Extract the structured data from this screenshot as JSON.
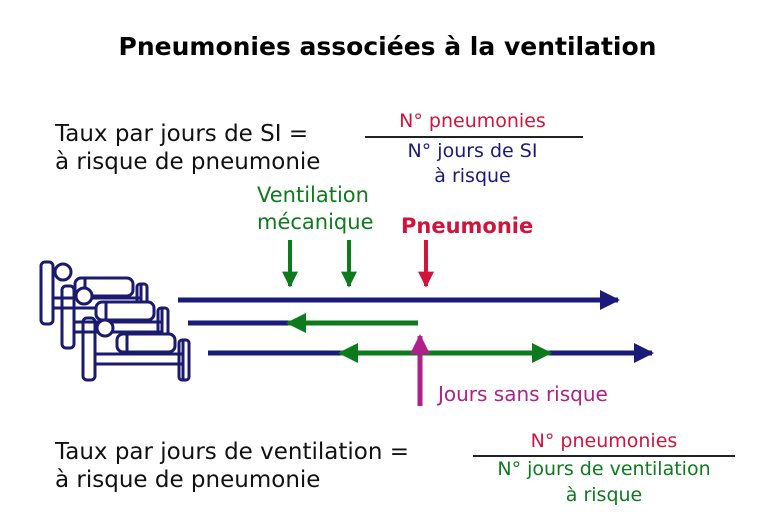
{
  "title": "Pneumonies associées à la ventilation",
  "formula_si": {
    "lhs_line1": "Taux par jours de SI =",
    "lhs_line2": "à risque de pneumonie",
    "numerator": "N° pneumonies",
    "denominator_line1": "N° jours de SI",
    "denominator_line2": "à risque"
  },
  "timeline": {
    "ventilation_label_line1": "Ventilation",
    "ventilation_label_line2": "mécanique",
    "pneumonia_label": "Pneumonie",
    "no_risk_label": "Jours sans risque"
  },
  "formula_ventilation": {
    "lhs_line1": "Taux par jours de ventilation =",
    "lhs_line2": "à risque de pneumonie",
    "numerator": "N° pneumonies",
    "denominator_line1": "N° jours de ventilation",
    "denominator_line2": "à risque"
  },
  "colors": {
    "numerator_red": "#d2143c",
    "navy_line": "#1a1a7a",
    "ventilation_green": "#0e7a1e",
    "pneumonia_red": "#d2143c",
    "no_risk_purple": "#b0208a"
  },
  "icons": [
    "bed-icon"
  ]
}
